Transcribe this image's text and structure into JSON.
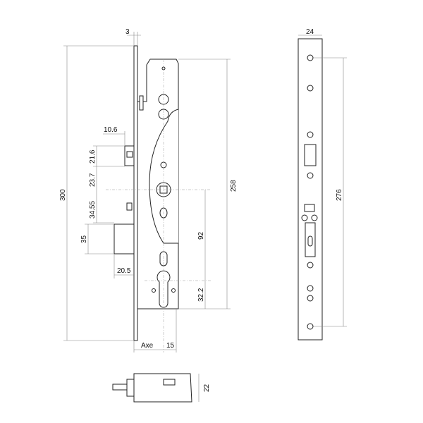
{
  "side_view": {
    "dimensions": {
      "faceplate_thickness": "3",
      "total_height": "300",
      "body_height": "258",
      "latch_offset": "10.6",
      "latch_height": "21.6",
      "latch_to_spindle": "23.7",
      "spindle_to_bolt": "34.55",
      "bolt_height": "35",
      "bolt_throw": "20.5",
      "spindle_to_cylinder": "92",
      "cylinder_to_bottom": "32.2",
      "axe": "Axe",
      "axe_offset": "15"
    }
  },
  "front_view": {
    "dimensions": {
      "faceplate_width": "24",
      "screw_spacing": "276"
    }
  },
  "bottom_view": {
    "dimensions": {
      "thickness": "22"
    }
  }
}
